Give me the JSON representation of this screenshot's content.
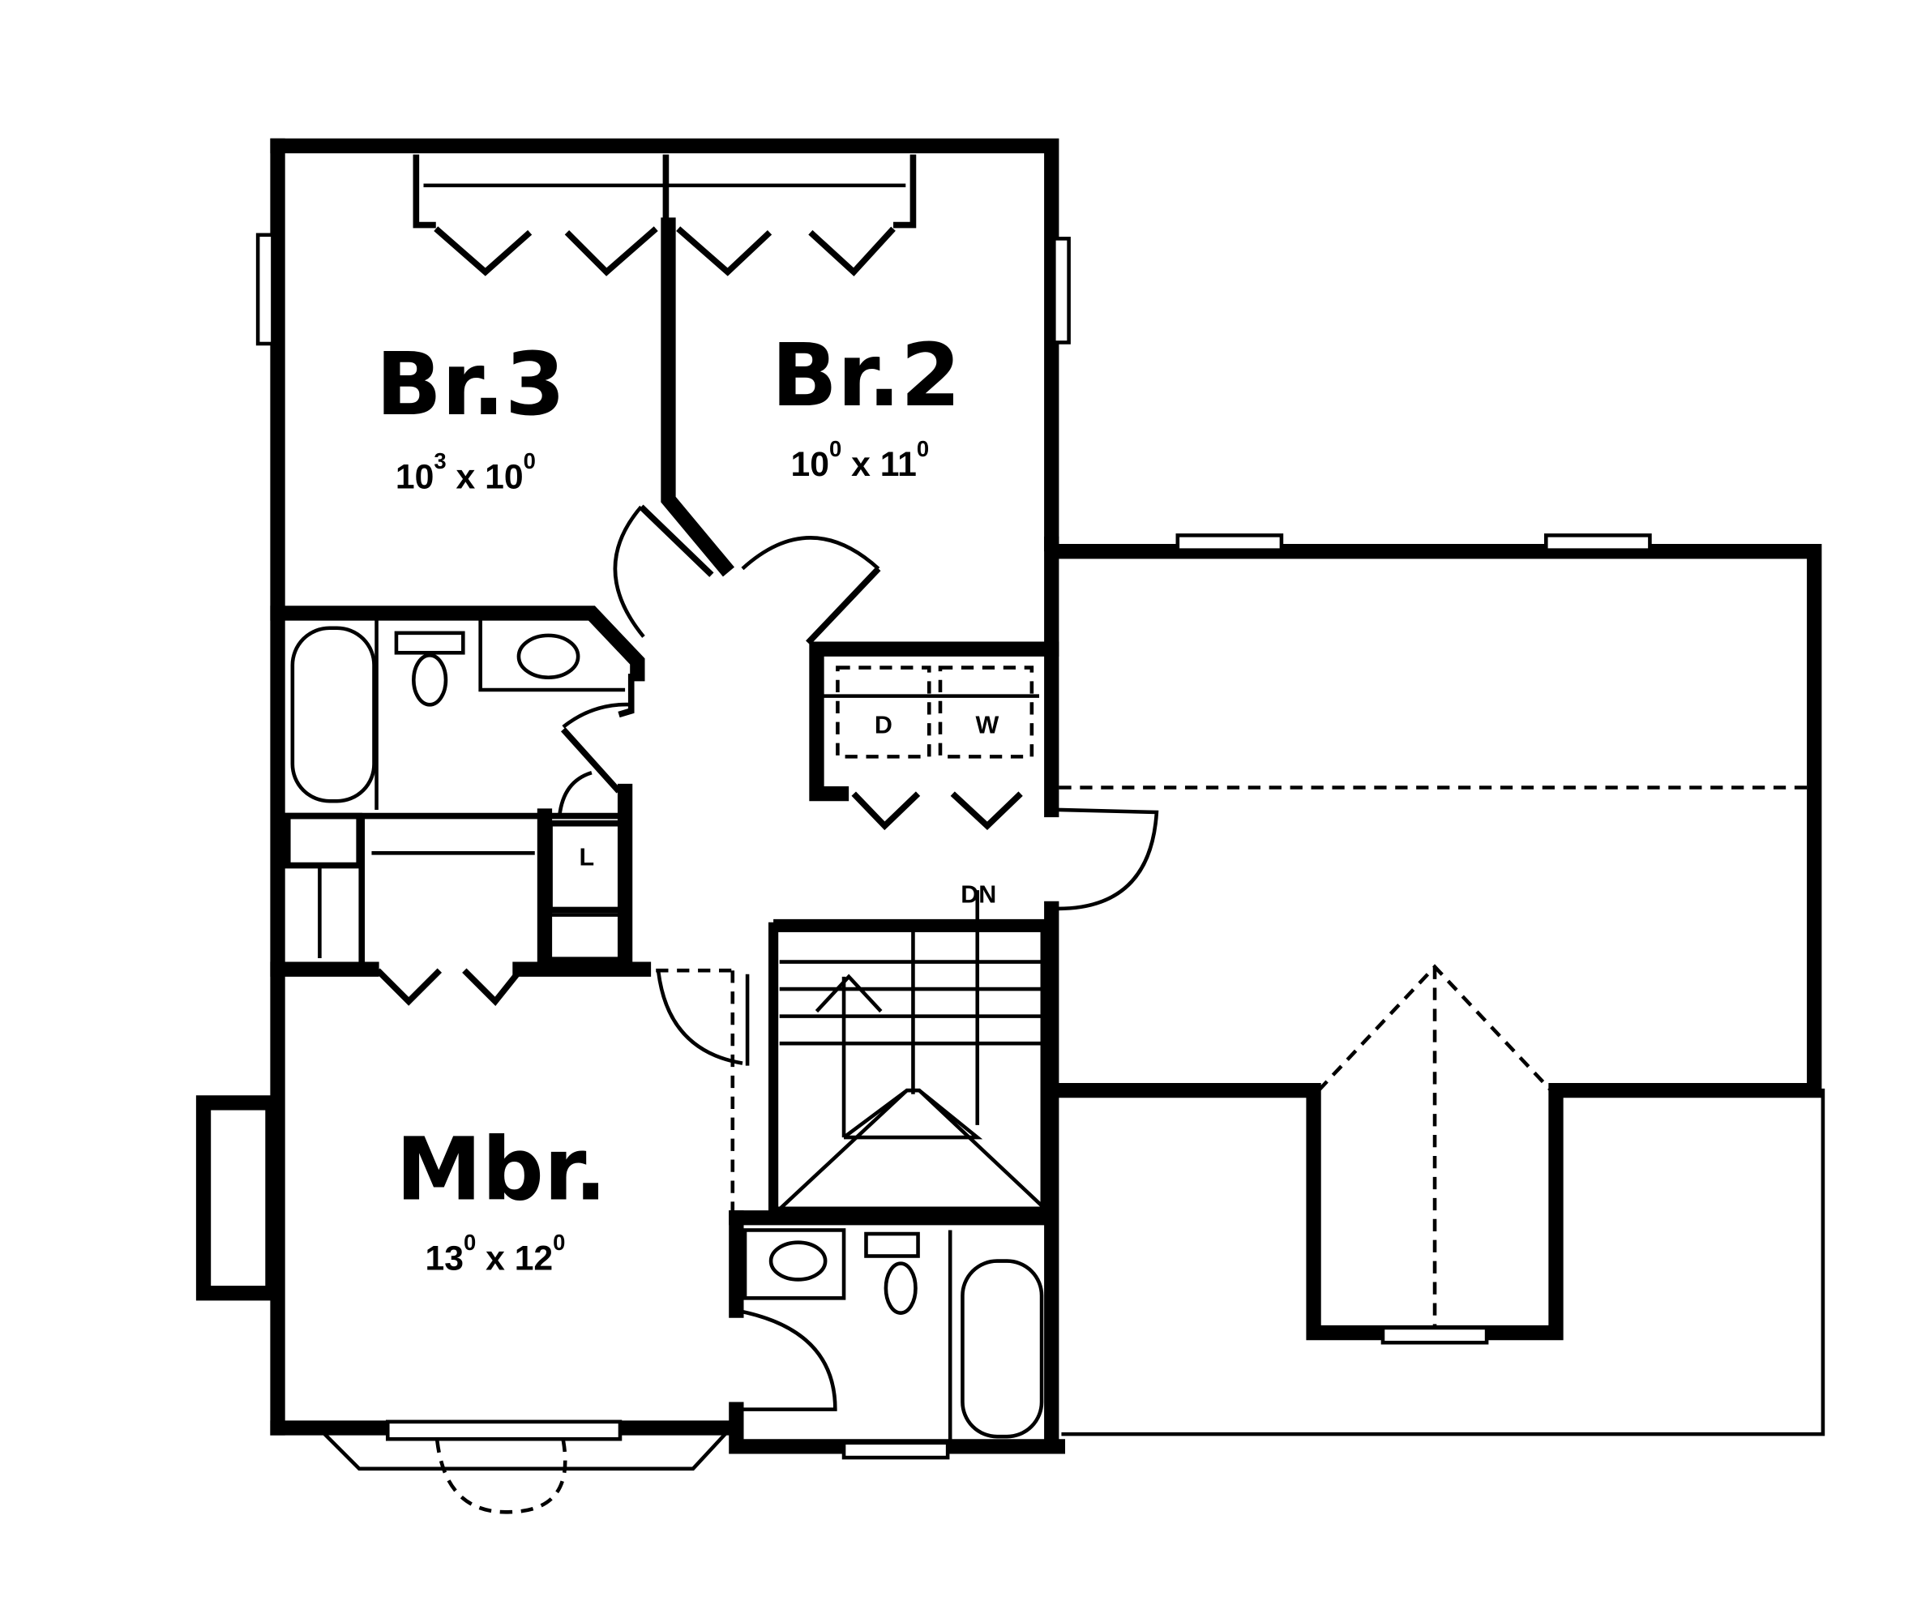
{
  "plan": {
    "rooms": [
      {
        "name": "Br.3",
        "width_ft": "10",
        "width_in": "3",
        "length_ft": "10",
        "length_in": "0"
      },
      {
        "name": "Br.2",
        "width_ft": "10",
        "width_in": "0",
        "length_ft": "11",
        "length_in": "0"
      },
      {
        "name": "Mbr.",
        "width_ft": "13",
        "width_in": "0",
        "length_ft": "12",
        "length_in": "0"
      }
    ],
    "dimension_separator": "x",
    "appliances": {
      "dryer": "D",
      "washer": "W"
    },
    "linen": "L",
    "stair_label": "DN"
  }
}
